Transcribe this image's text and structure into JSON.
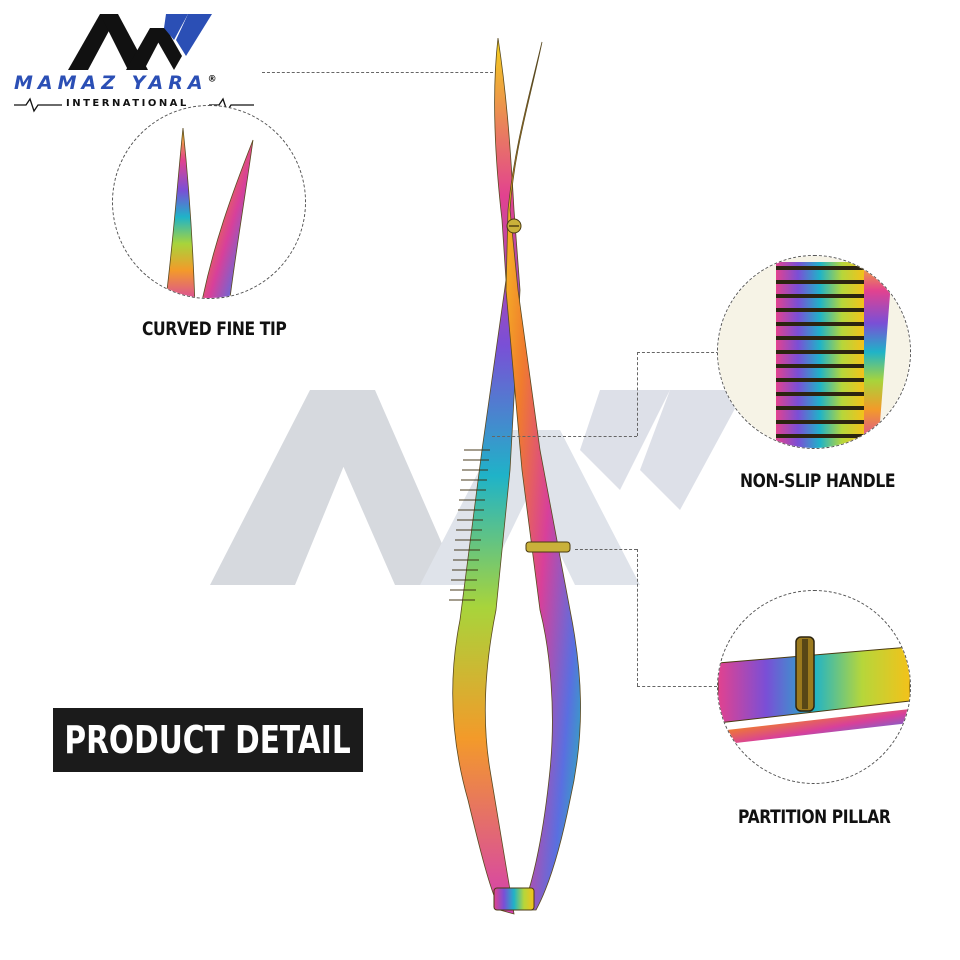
{
  "brand": {
    "name": "MAMAZ YARA",
    "registered_mark": "®",
    "subtitle": "INTERNATIONAL",
    "logo_color": "#0b1d4a",
    "accent_color": "#2b4fb5"
  },
  "banner": {
    "text": "PRODUCT DETAIL"
  },
  "callouts": [
    {
      "label": "CURVED FINE TIP"
    },
    {
      "label": "NON-SLIP HANDLE"
    },
    {
      "label": "PARTITION PILLAR"
    }
  ],
  "colors": {
    "background": "#ffffff",
    "banner_bg": "#1b1b1b",
    "watermark": "#d9dde3"
  }
}
